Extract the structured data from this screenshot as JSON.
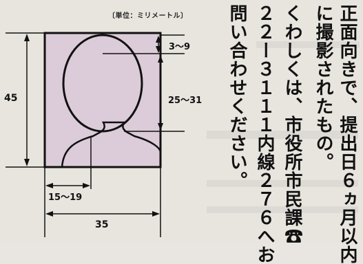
{
  "unit_label": "〔単位：ミリメートル〕",
  "dimensions": {
    "height_total": "45",
    "top_margin": "3〜9",
    "head_height": "25〜31",
    "face_width": "15〜19",
    "width_total": "35"
  },
  "text_columns": [
    "正面向きで、提出日６ヵ月以内",
    "に撮影されたもの。",
    "くわしくは、市役所市民課☎",
    "２２ー３１１１内線２７６へお",
    "問い合わせください。"
  ],
  "colors": {
    "photo_fill": "#dccbd8",
    "line": "#111111",
    "text": "#111111"
  }
}
